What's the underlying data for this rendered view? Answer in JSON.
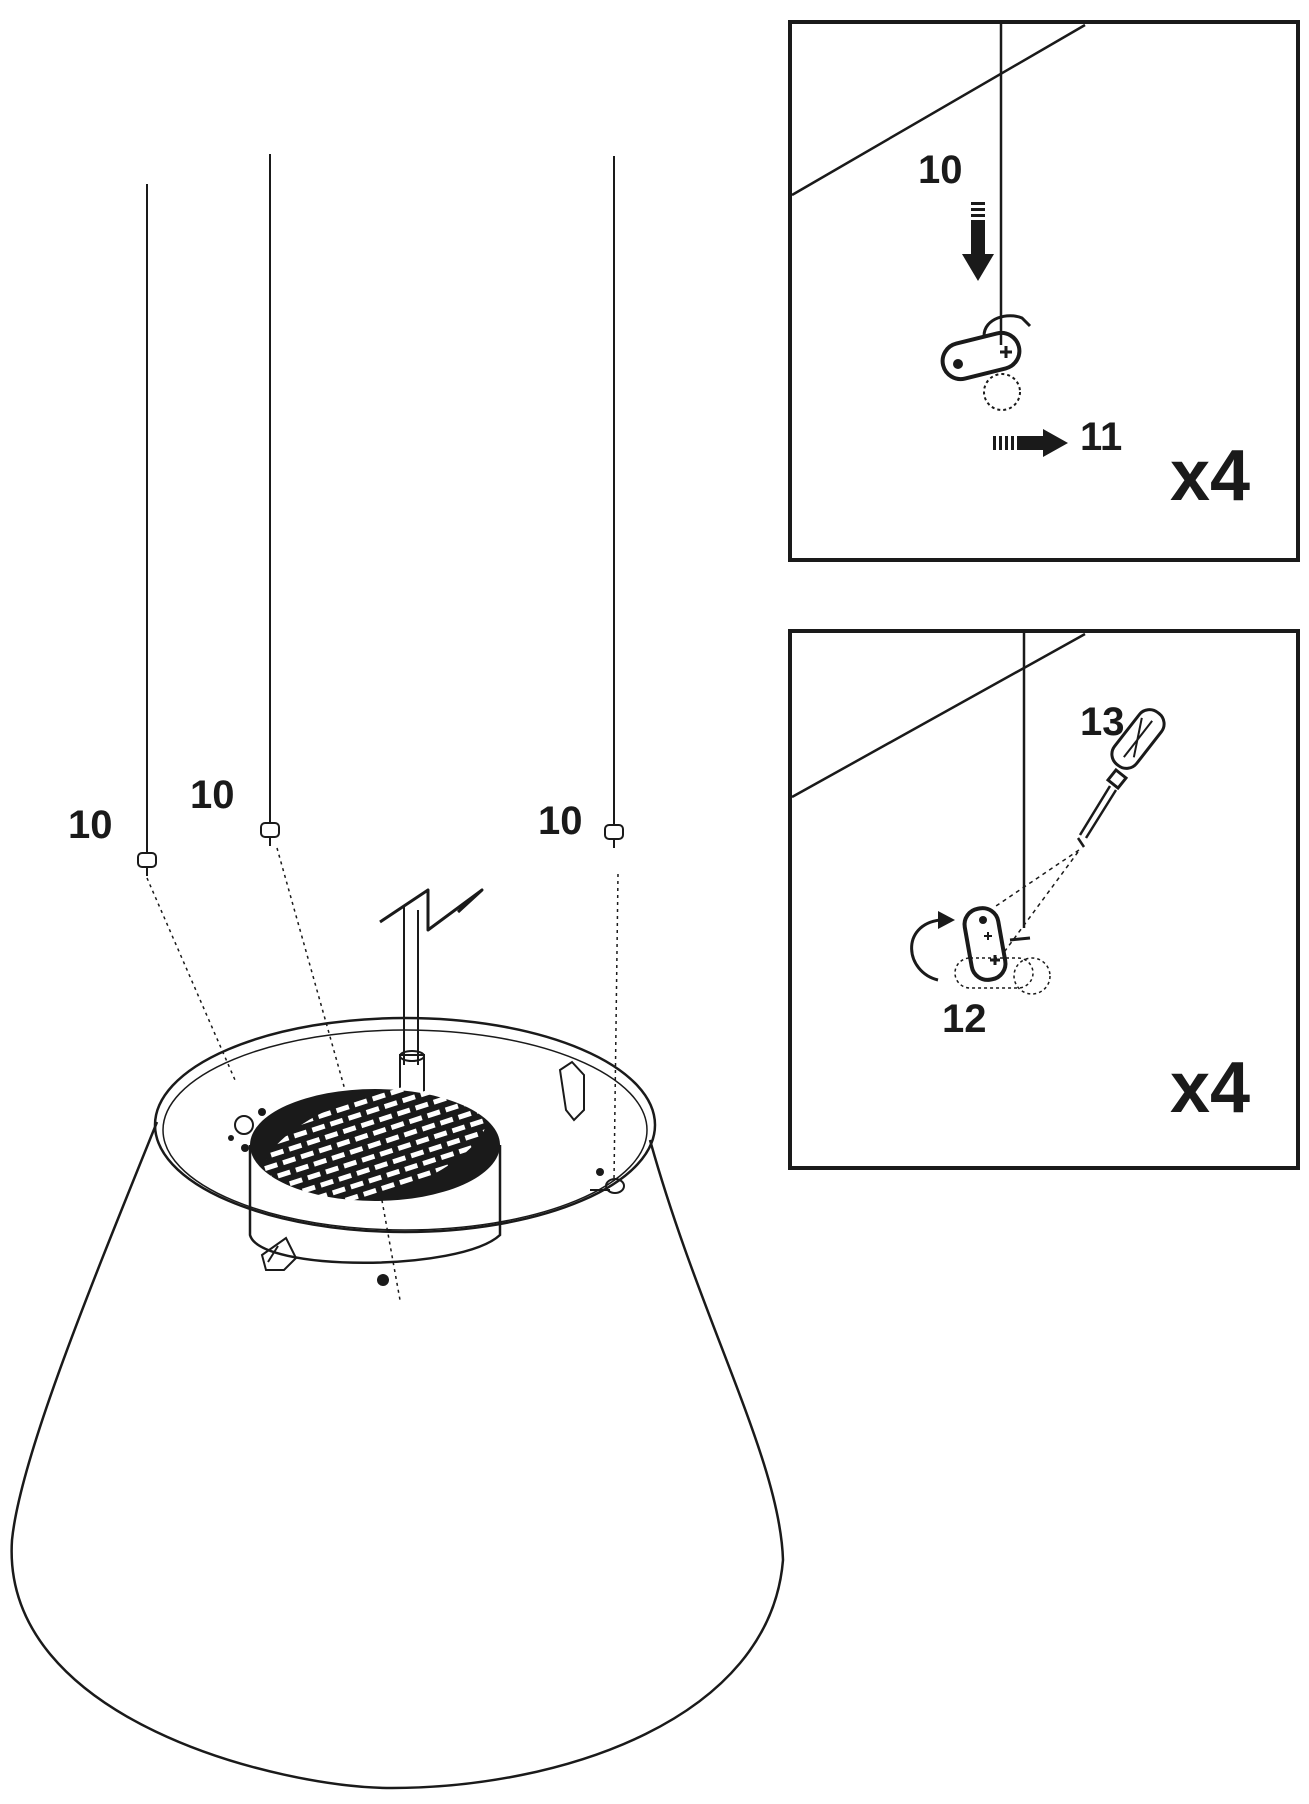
{
  "main_figure": {
    "cable_labels": [
      "10",
      "10",
      "10"
    ]
  },
  "detail_top": {
    "label_cable": "10",
    "label_direction": "11",
    "multiplier": "x4"
  },
  "detail_bottom": {
    "label_tool": "13",
    "label_rotation": "12",
    "multiplier": "x4"
  },
  "colors": {
    "line": "#1a1a1a",
    "background": "#ffffff"
  }
}
